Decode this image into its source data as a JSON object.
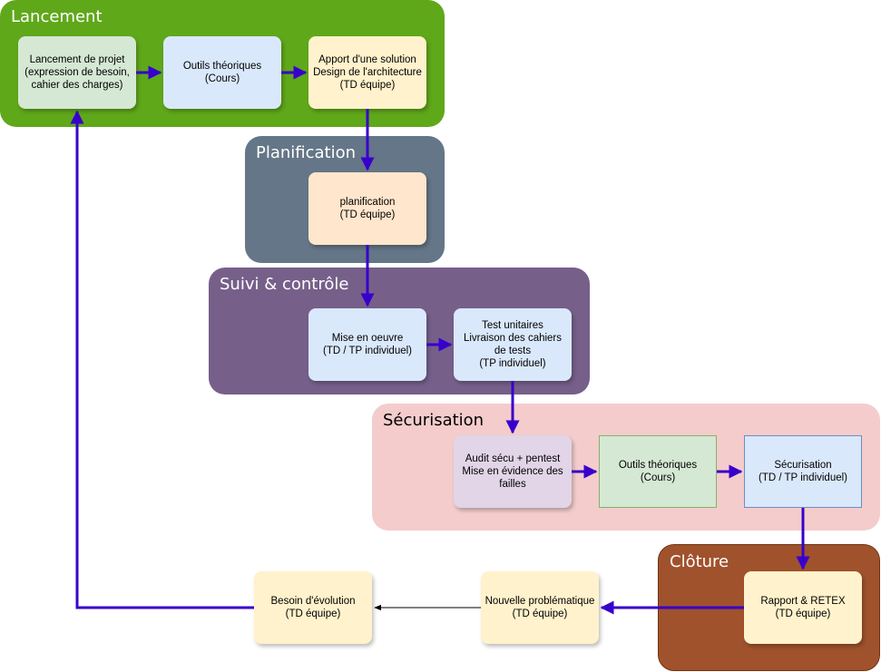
{
  "phases": {
    "lancement": {
      "title": "Lancement",
      "color": "#5fa81a"
    },
    "planification": {
      "title": "Planification",
      "color": "#647687"
    },
    "suivi": {
      "title": "Suivi & contrôle",
      "color": "#76608a"
    },
    "securisation": {
      "title": "Sécurisation",
      "color": "#f4cccc"
    },
    "cloture": {
      "title": "Clôture",
      "color": "#a0522d"
    }
  },
  "nodes": {
    "lancement_projet": {
      "lines": [
        "Lancement de projet",
        "(expression de besoin,",
        "cahier des charges)"
      ],
      "fill": "#d5e8d4"
    },
    "outils_theoriques_1": {
      "lines": [
        "Outils théoriques",
        "(Cours)"
      ],
      "fill": "#dae8fc"
    },
    "apport_solution": {
      "lines": [
        "Apport d'une solution",
        "Design de l'architecture",
        "(TD équipe)"
      ],
      "fill": "#fff2cc"
    },
    "planification": {
      "lines": [
        "planification",
        "(TD équipe)"
      ],
      "fill": "#ffe6cc"
    },
    "mise_en_oeuvre": {
      "lines": [
        "Mise en oeuvre",
        "(TD / TP individuel)"
      ],
      "fill": "#dae8fc"
    },
    "test_unitaires": {
      "lines": [
        "Test unitaires",
        "Livraison des cahiers",
        "de tests",
        "(TP individuel)"
      ],
      "fill": "#dae8fc"
    },
    "audit_secu": {
      "lines": [
        "Audit sécu + pentest",
        "Mise en évidence des",
        "failles"
      ],
      "fill": "#e1d5e7"
    },
    "outils_theoriques_2": {
      "lines": [
        "Outils théoriques",
        "(Cours)"
      ],
      "fill": "#d5e8d4"
    },
    "securisation": {
      "lines": [
        "Sécurisation",
        "(TD / TP individuel)"
      ],
      "fill": "#dae8fc"
    },
    "rapport_retex": {
      "lines": [
        "Rapport & RETEX",
        "(TD équipe)"
      ],
      "fill": "#fff2cc"
    },
    "nouvelle_problematique": {
      "lines": [
        "Nouvelle problématique",
        "(TD équipe)"
      ],
      "fill": "#fff2cc"
    },
    "besoin_evolution": {
      "lines": [
        "Besoin d'évolution",
        "(TD équipe)"
      ],
      "fill": "#fff2cc"
    }
  },
  "colors": {
    "arrow": "#3700cc",
    "arrow_thin": "#000000"
  }
}
